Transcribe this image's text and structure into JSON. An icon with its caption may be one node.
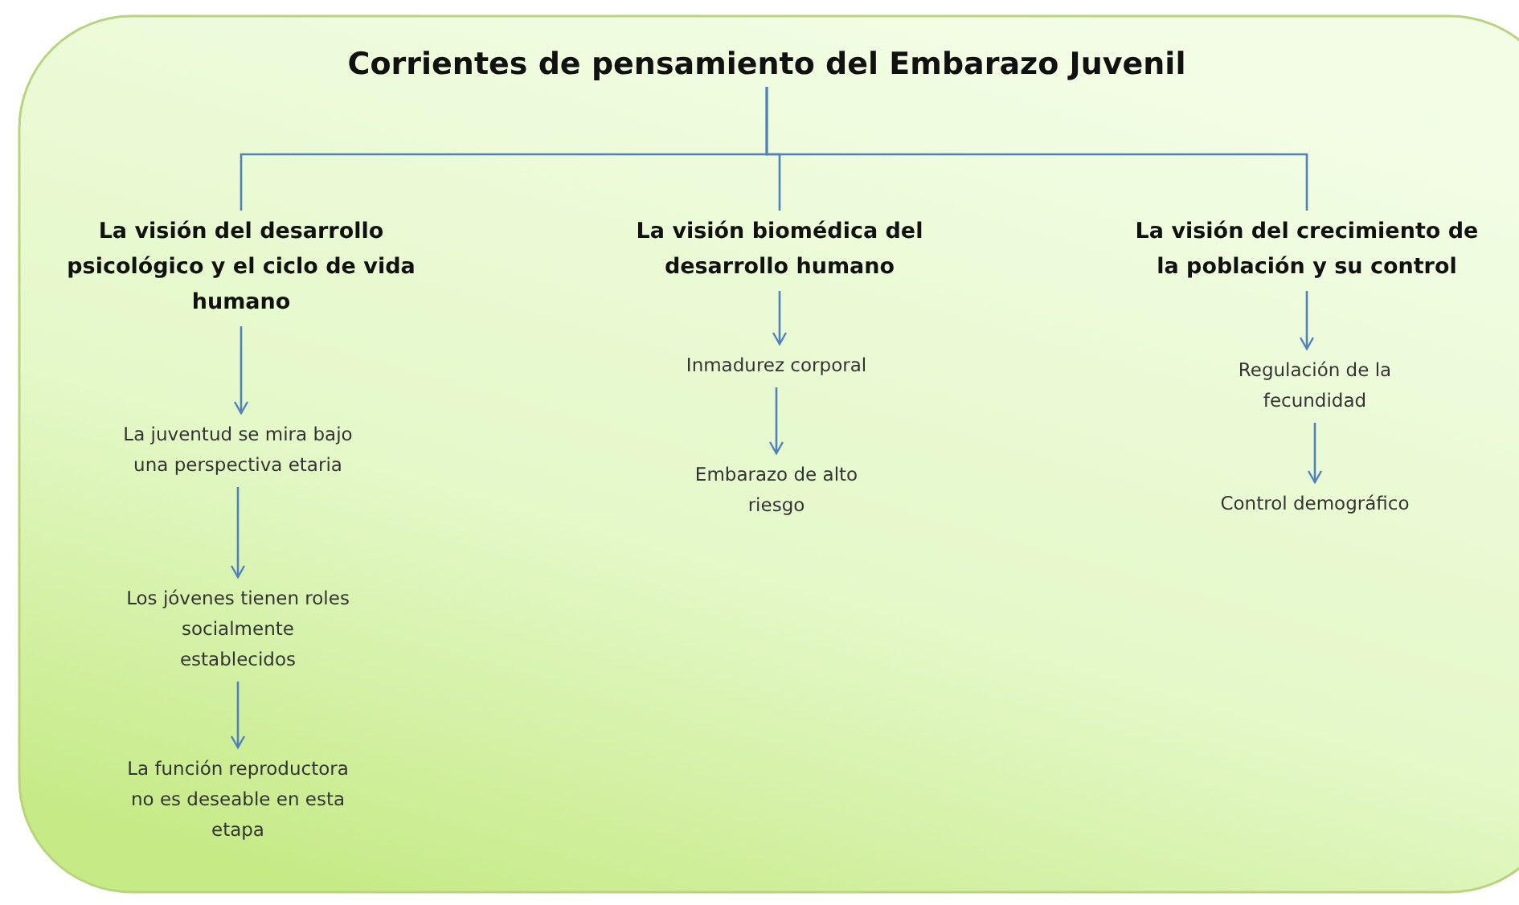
{
  "diagram": {
    "nodes": [
      {
        "text": [
          "Corrientes de pensamiento del Embarazo Juvenil"
        ]
      },
      {
        "text": [
          "La visión del desarrollo psicológico y el ciclo de vida humano"
        ]
      },
      {
        "text": [
          "La visión biomédica del desarrollo humano"
        ]
      },
      {
        "text": [
          "La visión del crecimiento de la población y su control"
        ]
      },
      {
        "text": [
          "La juventud se mira bajo una perspectiva etaria"
        ]
      },
      {
        "text": [
          "Los jóvenes tienen roles socialmente establecidos"
        ]
      },
      {
        "text": [
          "La función reproductora no es deseable en esta etapa"
        ]
      },
      {
        "text": [
          "Inmadurez corporal"
        ]
      },
      {
        "text": [
          "Embarazo de alto riesgo"
        ]
      },
      {
        "text": [
          "Regulación de la fecundidad"
        ]
      },
      {
        "text": [
          "Control demográfico"
        ]
      }
    ],
    "edges": [
      {
        "from": 0,
        "to": 1,
        "arrow": "none"
      },
      {
        "from": 0,
        "to": 2,
        "arrow": "none"
      },
      {
        "from": 0,
        "to": 3,
        "arrow": "none"
      },
      {
        "from": 1,
        "to": 4,
        "arrow": "to"
      },
      {
        "from": 4,
        "to": 5,
        "arrow": "to"
      },
      {
        "from": 5,
        "to": 6,
        "arrow": "to"
      },
      {
        "from": 2,
        "to": 7,
        "arrow": "to"
      },
      {
        "from": 7,
        "to": 8,
        "arrow": "to"
      },
      {
        "from": 3,
        "to": 9,
        "arrow": "to"
      },
      {
        "from": 9,
        "to": 10,
        "arrow": "to"
      }
    ]
  }
}
